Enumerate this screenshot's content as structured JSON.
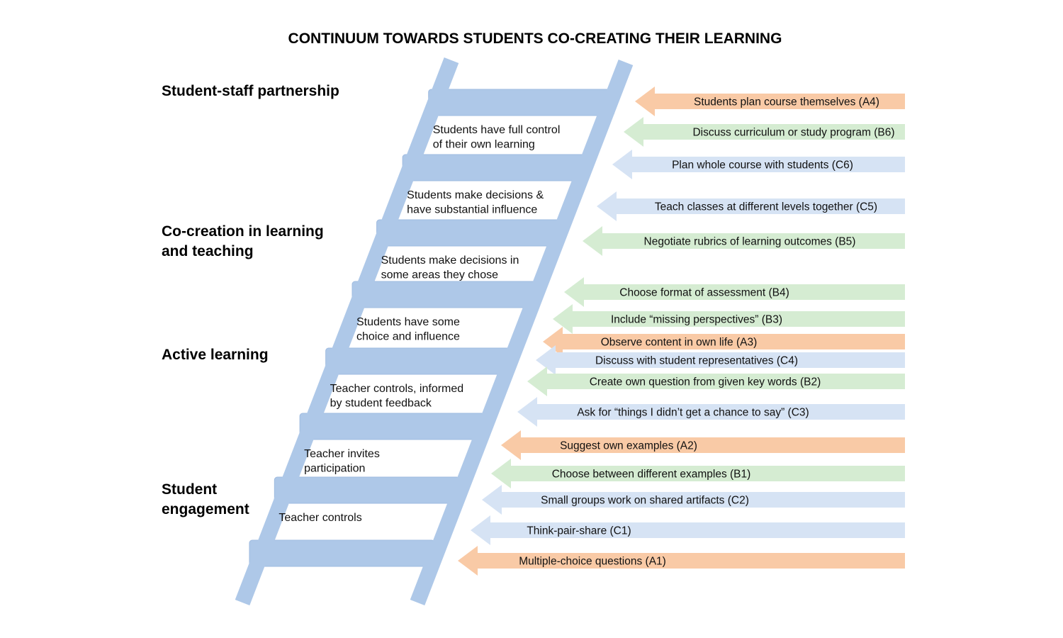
{
  "title": "CONTINUUM TOWARDS STUDENTS CO-CREATING THEIR LEARNING",
  "colors": {
    "A": "#f9caa6",
    "B": "#d5ecd2",
    "C": "#d6e3f4",
    "ladder": "#aec8e8",
    "ladder_edge": "#9fbbe0"
  },
  "levels": [
    {
      "lines": [
        "Student-staff partnership"
      ]
    },
    {
      "lines": [
        "Co-creation in learning",
        "and teaching"
      ]
    },
    {
      "lines": [
        "Active learning"
      ]
    },
    {
      "lines": [
        "Student",
        "engagement"
      ]
    }
  ],
  "rungs": [
    {
      "lines": [
        "Students have full control",
        "of their own learning"
      ]
    },
    {
      "lines": [
        "Students make decisions &",
        "have substantial influence"
      ]
    },
    {
      "lines": [
        "Students make decisions in",
        "some areas they chose"
      ]
    },
    {
      "lines": [
        "Students have some",
        "choice and influence"
      ]
    },
    {
      "lines": [
        "Teacher controls, informed",
        "by student feedback"
      ]
    },
    {
      "lines": [
        "Teacher invites",
        "participation"
      ]
    },
    {
      "lines": [
        "Teacher controls"
      ]
    },
    {
      "lines": []
    }
  ],
  "arrows": [
    {
      "label": "Students plan course themselves (A4)",
      "group": "A"
    },
    {
      "label": "Discuss curriculum or study program (B6)",
      "group": "B"
    },
    {
      "label": "Plan whole course with students (C6)",
      "group": "C"
    },
    {
      "label": "Teach classes at different levels together (C5)",
      "group": "C"
    },
    {
      "label": "Negotiate rubrics of learning outcomes (B5)",
      "group": "B"
    },
    {
      "label": "Choose format of assessment (B4)",
      "group": "B"
    },
    {
      "label": "Include “missing perspectives” (B3)",
      "group": "B"
    },
    {
      "label": "Observe content in own life (A3)",
      "group": "A"
    },
    {
      "label": "Discuss with student representatives (C4)",
      "group": "C"
    },
    {
      "label": "Create own question from given key words (B2)",
      "group": "B"
    },
    {
      "label": "Ask for “things I didn’t get a chance to say” (C3)",
      "group": "C"
    },
    {
      "label": "Suggest own examples (A2)",
      "group": "A"
    },
    {
      "label": "Choose between different examples (B1)",
      "group": "B"
    },
    {
      "label": "Small groups work on shared artifacts (C2)",
      "group": "C"
    },
    {
      "label": "Think-pair-share (C1)",
      "group": "C"
    },
    {
      "label": "Multiple-choice questions (A1)",
      "group": "A"
    }
  ]
}
